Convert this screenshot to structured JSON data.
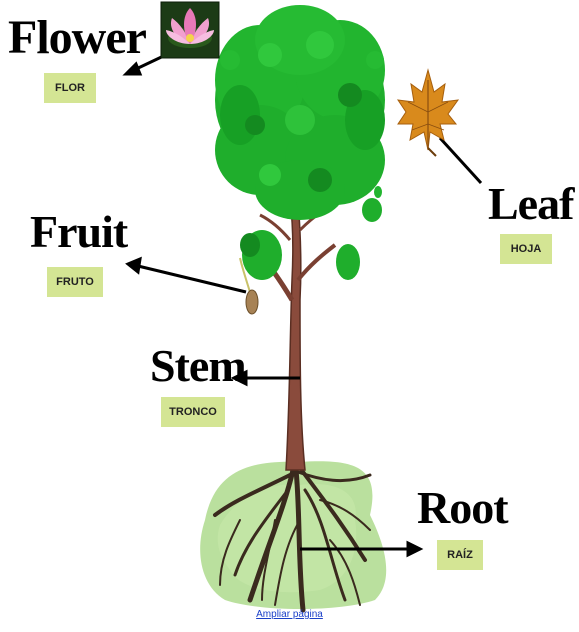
{
  "labels": {
    "flower": {
      "en": "Flower",
      "es": "FLOR"
    },
    "fruit": {
      "en": "Fruit",
      "es": "FRUTO"
    },
    "stem": {
      "en": "Stem",
      "es": "TRONCO"
    },
    "leaf": {
      "en": "Leaf",
      "es": "HOJA"
    },
    "root": {
      "en": "Root",
      "es": "RAÍZ"
    }
  },
  "footer": {
    "link_text": "Ampliar página"
  },
  "colors": {
    "tag_bg": "#d4e594",
    "foliage": "#1fae2c",
    "foliage_dark": "#148a20",
    "trunk": "#8a4b3c",
    "roots": "#3a2a1e",
    "ground": "#9fd07a",
    "leaf_orange": "#d98a1c",
    "lotus_pink": "#e879b8"
  },
  "icons": [
    "lotus-flower-icon",
    "maple-leaf-icon",
    "tree-illustration"
  ]
}
